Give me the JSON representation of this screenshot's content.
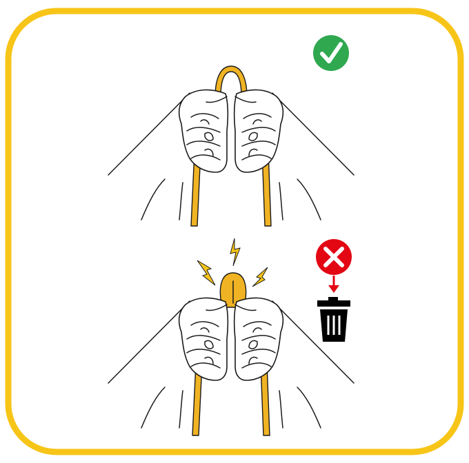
{
  "colors": {
    "frame": "#f7c518",
    "rope": "#f0b323",
    "ok": "#2fa84f",
    "bad": "#e30613",
    "bin": "#000000",
    "spark": "#f7c518"
  },
  "panels": [
    {
      "verdict": "correct",
      "icon": "check-circle-icon",
      "rope_state": "intact-loop"
    },
    {
      "verdict": "incorrect",
      "icon": "cross-circle-icon",
      "action": "trash-bin-icon",
      "rope_state": "damaged-bulge"
    }
  ]
}
